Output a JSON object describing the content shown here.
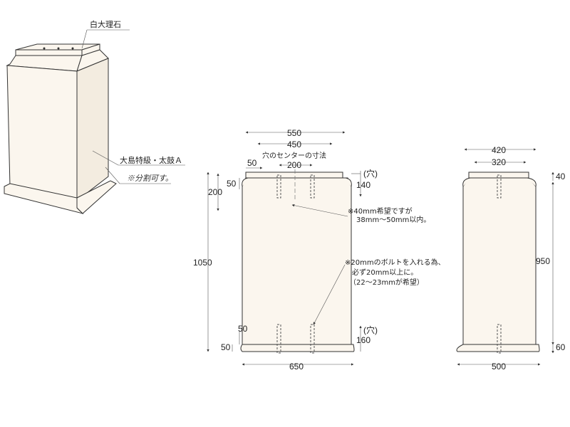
{
  "perspective": {
    "label_top": "白大理石",
    "label_side": "大島特級・太鼓Ａ",
    "label_note": "※分割可す。"
  },
  "front": {
    "dim_width_top": "550",
    "dim_width_inner": "450",
    "hole_center_title": "穴のセンターの寸法",
    "dim_50_top": "50",
    "dim_200_center": "200",
    "dim_hole_label_top": "(穴)",
    "dim_50_left": "50",
    "dim_200_left": "200",
    "dim_140": "140",
    "dim_total_height": "1050",
    "note1_line1": "※40mm希望ですが",
    "note1_line2": "38mm～50mm以内。",
    "note2_line1": "※20mmのボルトを入れる為、",
    "note2_line2": "必ず20mm以上に。",
    "note2_line3": "（22～23mmが希望）",
    "dim_50_bottom_a": "50",
    "dim_hole_label_bottom": "(穴)",
    "dim_50_bottom_b": "50",
    "dim_160": "160",
    "dim_width_base": "650"
  },
  "side": {
    "dim_width_top": "420",
    "dim_width_inner": "320",
    "dim_40": "40",
    "dim_950": "950",
    "dim_60": "60",
    "dim_width_base": "500"
  }
}
